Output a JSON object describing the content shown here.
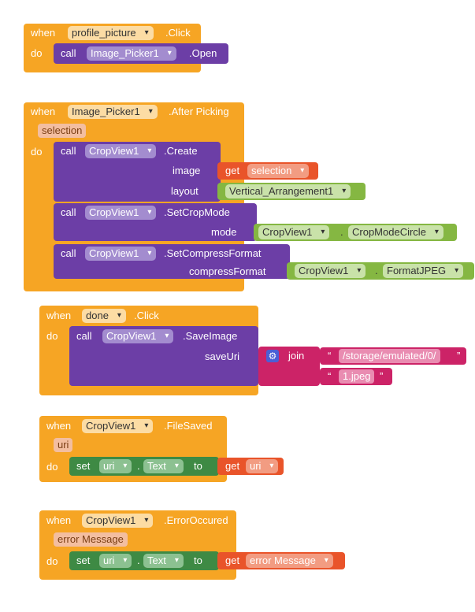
{
  "b1": {
    "when": "when",
    "component": "profile_picture",
    "event": ".Click",
    "do": "do",
    "call": "call",
    "target": "Image_Picker1",
    "method": ".Open"
  },
  "b2": {
    "when": "when",
    "component": "Image_Picker1",
    "event": ".After Picking",
    "param": "selection",
    "do": "do",
    "c1": {
      "call": "call",
      "component": "CropView1",
      "method": ".Create",
      "arg1": "image",
      "get": "get",
      "getvar": "selection",
      "arg2": "layout",
      "layoutval": "Vertical_Arrangement1"
    },
    "c2": {
      "call": "call",
      "component": "CropView1",
      "method": ".SetCropMode",
      "arg": "mode",
      "obj": "CropView1",
      "prop": "CropModeCircle",
      "dot": "."
    },
    "c3": {
      "call": "call",
      "component": "CropView1",
      "method": ".SetCompressFormat",
      "arg": "compressFormat",
      "obj": "CropView1",
      "prop": "FormatJPEG",
      "dot": "."
    }
  },
  "b3": {
    "when": "when",
    "component": "done",
    "event": ".Click",
    "do": "do",
    "call": "call",
    "target": "CropView1",
    "method": ".SaveImage",
    "arg": "saveUri",
    "join": "join",
    "str1": "/storage/emulated/0/",
    "str2": "1.jpeg",
    "q1": "“",
    "q2": "”"
  },
  "b4": {
    "when": "when",
    "component": "CropView1",
    "event": ".FileSaved",
    "param": "uri",
    "do": "do",
    "set": "set",
    "setcomp": "uri",
    "dot": ".",
    "prop": "Text",
    "to": "to",
    "get": "get",
    "getvar": "uri"
  },
  "b5": {
    "when": "when",
    "component": "CropView1",
    "event": ".ErrorOccured",
    "param": "error Message",
    "do": "do",
    "set": "set",
    "setcomp": "uri",
    "dot": ".",
    "prop": "Text",
    "to": "to",
    "get": "get",
    "getvar": "error Message"
  }
}
